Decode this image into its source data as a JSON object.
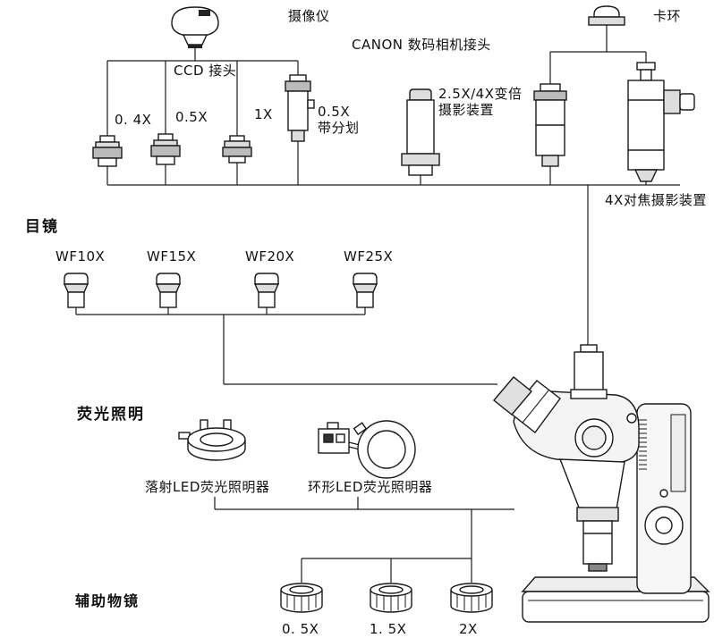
{
  "labels": {
    "camera": "摄像仪",
    "canon_adapter": "CANON 数码相机接头",
    "clamp_ring": "卡环",
    "ccd_adapter": "CCD 接头",
    "adapter_04x": "0. 4X",
    "adapter_05x": "0.5X",
    "adapter_1x": "1X",
    "adapter_05x_reticle": [
      "0.5X",
      "带分划"
    ],
    "zoom_photo_device": [
      "2.5X/4X变倍",
      "摄影装置"
    ],
    "focus_photo_device": "4X对焦摄影装置",
    "eyepiece_section": "目镜",
    "eyepieces": [
      "WF10X",
      "WF15X",
      "WF20X",
      "WF25X"
    ],
    "fluorescence_section": "荧光照明",
    "epi_led_illuminator": "落射LED荧光照明器",
    "ring_led_illuminator": "环形LED荧光照明器",
    "aux_objective_section": "辅助物镜",
    "aux_objectives": [
      "0. 5X",
      "1. 5X",
      "2X"
    ]
  },
  "colors": {
    "line": "#1a1a1a",
    "text": "#111111",
    "background": "#ffffff"
  }
}
